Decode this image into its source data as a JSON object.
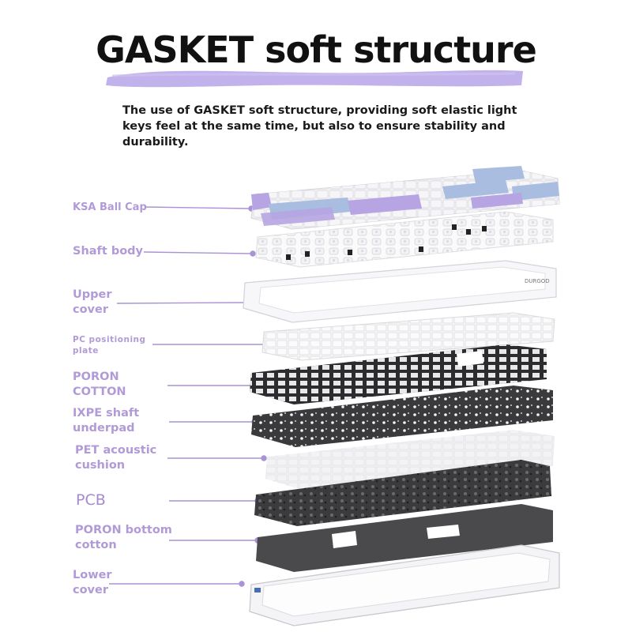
{
  "title": "GASKET soft structure",
  "description": "The use of GASKET soft structure, providing soft elastic light keys feel at the same time, but also to ensure stability and durability.",
  "brand_mark": "DURGOD",
  "layers": [
    {
      "label": "KSA Ball Cap"
    },
    {
      "label": "Shaft body"
    },
    {
      "label": "Upper cover"
    },
    {
      "label": "PC positioning plate"
    },
    {
      "label": "PORON COTTON"
    },
    {
      "label": "IXPE shaft underpad"
    },
    {
      "label": "PET acoustic cushion"
    },
    {
      "label": "PCB"
    },
    {
      "label": "PORON bottom cotton"
    },
    {
      "label": "Lower cover"
    }
  ],
  "colors": {
    "label_text": "#b19ad8",
    "leader_line": "#a993d6",
    "brush_stroke": "#b7a4e8",
    "keycap_purple": "#b6a5e2",
    "keycap_blue": "#a9bde0",
    "keycap_white": "#f2f2f4",
    "foam_dark": "#2c2c2e",
    "pcb_dark": "#3a3a3c"
  }
}
